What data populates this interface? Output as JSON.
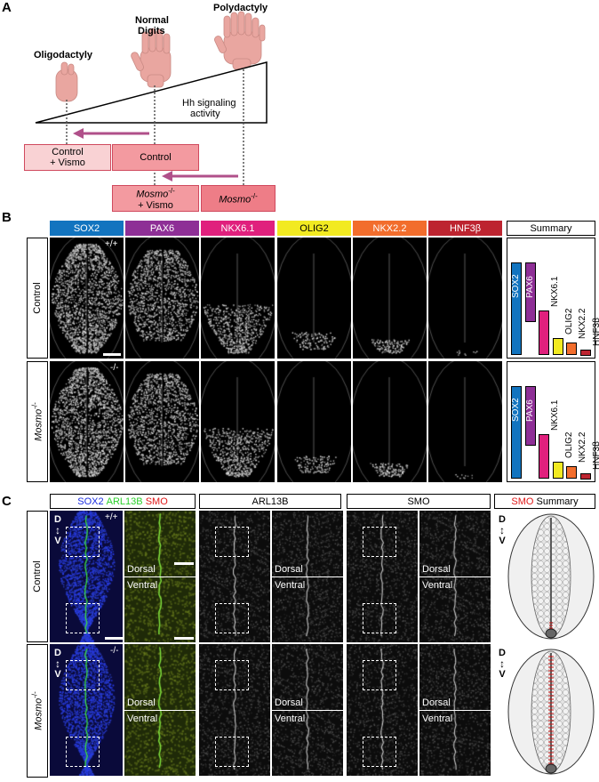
{
  "panelA": {
    "letter": "A",
    "oligodactyly": "Oligodactyly",
    "normal_digits_line1": "Normal",
    "normal_digits_line2": "Digits",
    "polydactyly": "Polydactyly",
    "hh_line1": "Hh signaling",
    "hh_line2": "activity",
    "box_control_vismo_line1": "Control",
    "box_control_vismo_line2": "+ Vismo",
    "box_control": "Control",
    "box_mosmo_vismo_line1_a": "Mosmo",
    "box_mosmo_vismo_sup": "-/-",
    "box_mosmo_vismo_line2": "+ Vismo",
    "box_mosmo_a": "Mosmo",
    "box_mosmo_sup": "-/-",
    "colors": {
      "hand": "#e9a6a0",
      "box_light": "#f9d2d4",
      "box_mid": "#f39aa0",
      "box_dark": "#ee7d87",
      "arrow": "#b0508a"
    }
  },
  "panelB": {
    "letter": "B",
    "headers": [
      {
        "label": "SOX2",
        "color": "#1274bf"
      },
      {
        "label": "PAX6",
        "color": "#8e2f96"
      },
      {
        "label": "NKX6.1",
        "color": "#e0207d"
      },
      {
        "label": "OLIG2",
        "color": "#f2ea21"
      },
      {
        "label": "NKX2.2",
        "color": "#f26d2c"
      },
      {
        "label": "HNF3β",
        "color": "#bd2430"
      }
    ],
    "summary_header": "Summary",
    "row1_label": "Control",
    "row1_genotype": "+/+",
    "row2_label_a": "Mosmo",
    "row2_sup": "-/-",
    "row2_genotype": "-/-",
    "summary_labels": [
      "SOX2",
      "PAX6",
      "NKX6.1",
      "OLIG2",
      "NKX2.2",
      "HNF3β"
    ]
  },
  "panelC": {
    "letter": "C",
    "header1_sox2": "SOX2",
    "header1_arl13b": "ARL13B",
    "header1_smo": "SMO",
    "header2": "ARL13B",
    "header3": "SMO",
    "header4_smo": "SMO",
    "header4_summary": "Summary",
    "row1_label": "Control",
    "row1_genotype": "+/+",
    "row2_label_a": "Mosmo",
    "row2_sup": "-/-",
    "row2_genotype": "-/-",
    "dorsal": "Dorsal",
    "ventral": "Ventral",
    "d": "D",
    "v": "V",
    "colors": {
      "sox2": "#1a2de0",
      "arl13b": "#2bd02b",
      "smo": "#e01818"
    }
  }
}
